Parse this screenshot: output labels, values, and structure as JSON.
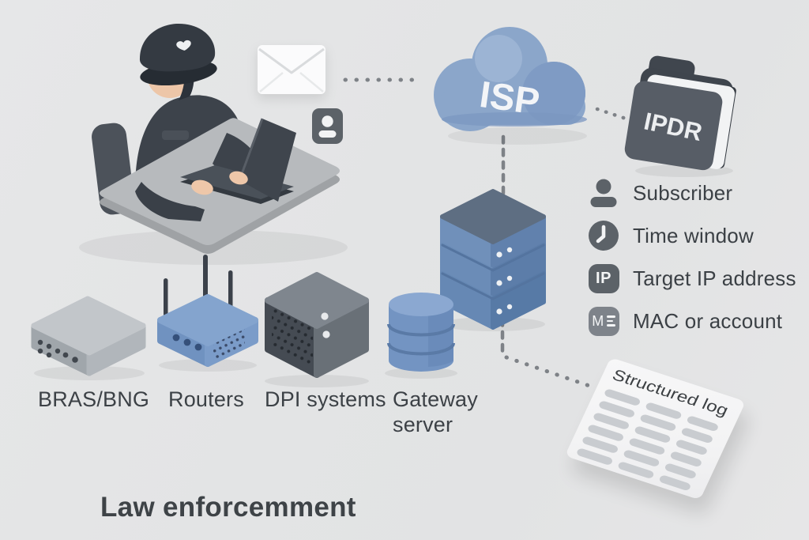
{
  "title": "Law enforcemment",
  "cloud": {
    "icon": "isp-cloud-icon",
    "label": "ISP"
  },
  "folder": {
    "icon": "ipdr-folder-icon",
    "label": "IPDR"
  },
  "officer": {
    "icon": "police-officer-at-desk-with-laptop"
  },
  "message": {
    "icon": "envelope-icon"
  },
  "contact": {
    "icon": "id-card-icon"
  },
  "server_stack": {
    "icon": "server-stack-icon"
  },
  "requirements": {
    "items": [
      {
        "icon": "person-icon",
        "label": "Subscriber"
      },
      {
        "icon": "clock-icon",
        "label": "Time window"
      },
      {
        "icon": "ip-badge-icon",
        "badge": "IP",
        "label": "Target IP address"
      },
      {
        "icon": "mac-badge-icon",
        "badge": "M",
        "label": "MAC or account"
      }
    ]
  },
  "devices": {
    "items": [
      {
        "icon": "bras-bng-box-icon",
        "label": "BRAS/BNG"
      },
      {
        "icon": "wifi-router-icon",
        "label": "Routers"
      },
      {
        "icon": "dpi-cube-icon",
        "label": "DPI systems"
      },
      {
        "icon": "database-cylinders-icon",
        "label": "Gateway server"
      }
    ]
  },
  "log": {
    "icon": "structured-log-paper",
    "label": "Structured log"
  },
  "colors": {
    "background": "#e3e4e5",
    "accent_blue": "#84a2cc",
    "slate": "#5d6d82",
    "dark_gray": "#454b53",
    "icon_gray": "#5c6268",
    "badge_light_gray": "#7e838a",
    "text": "#3b4045",
    "paper": "#f5f5f6",
    "log_bar": "#c9ccd0",
    "dotted_line": "#7e8287"
  }
}
